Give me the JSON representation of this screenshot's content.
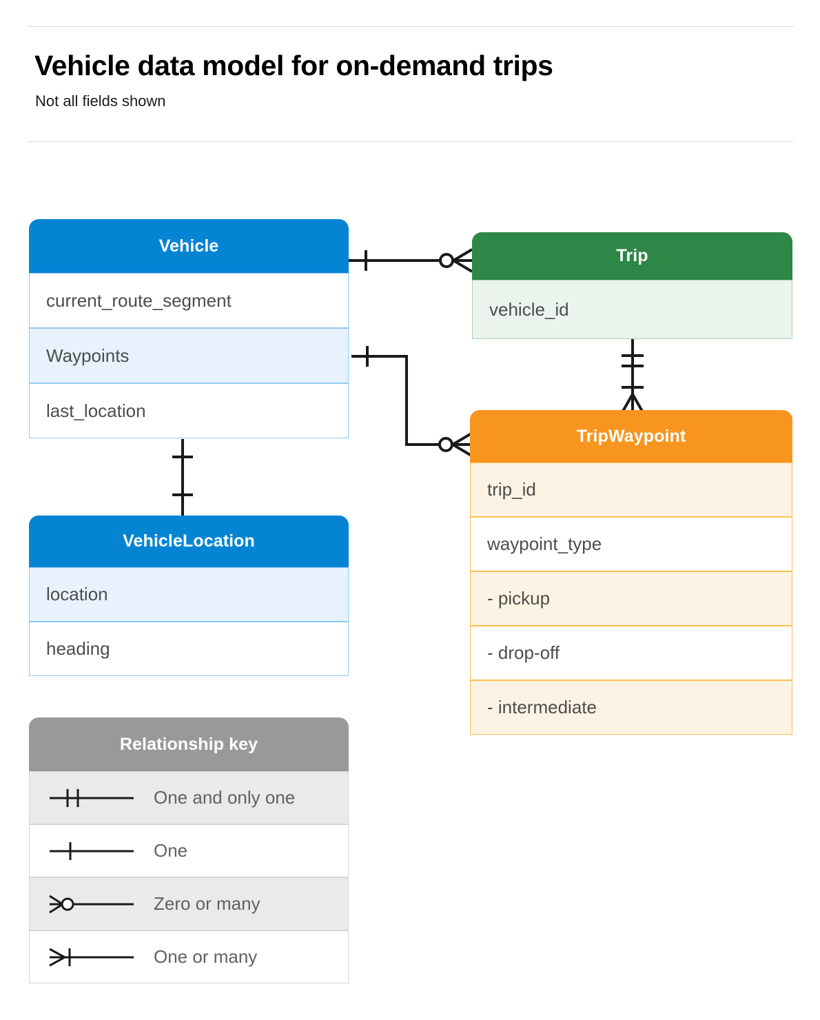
{
  "header": {
    "title": "Vehicle data model for on-demand trips",
    "subtitle": "Not all fields shown"
  },
  "colors": {
    "blue": "#0584d4",
    "blue_row": "#e8f2fd",
    "blue_border": "#8fc9f2",
    "green": "#2d8746",
    "green_row": "#eaf3ec",
    "green_border": "#a8d3b3",
    "orange": "#f8951e",
    "orange_row": "#fdf3e4",
    "orange_border": "#fabf52",
    "gray": "#999999",
    "gray_row": "#eaeaea",
    "text": "#4d4d4d",
    "rule": "#dadce0"
  },
  "entities": {
    "vehicle": {
      "name": "Vehicle",
      "fields": [
        {
          "label": "current_route_segment"
        },
        {
          "label": "Waypoints"
        },
        {
          "label": "last_location"
        }
      ]
    },
    "vehicle_location": {
      "name": "VehicleLocation",
      "fields": [
        {
          "label": "location"
        },
        {
          "label": "heading"
        }
      ]
    },
    "trip": {
      "name": "Trip",
      "fields": [
        {
          "label": "vehicle_id"
        }
      ]
    },
    "trip_waypoint": {
      "name": "TripWaypoint",
      "fields": [
        {
          "label": "trip_id"
        },
        {
          "label": "waypoint_type"
        },
        {
          "label": "-  pickup"
        },
        {
          "label": "-  drop-off"
        },
        {
          "label": "-  intermediate"
        }
      ]
    }
  },
  "legend": {
    "title": "Relationship key",
    "items": [
      {
        "symbol": "one-and-only-one-icon",
        "label": "One and only one"
      },
      {
        "symbol": "one-icon",
        "label": "One"
      },
      {
        "symbol": "zero-or-many-icon",
        "label": "Zero or many"
      },
      {
        "symbol": "one-or-many-icon",
        "label": "One or many"
      }
    ]
  },
  "relationships": [
    {
      "from": "Vehicle",
      "to": "Trip",
      "from_cardinality": "one",
      "to_cardinality": "zero or many"
    },
    {
      "from": "Vehicle.Waypoints",
      "to": "TripWaypoint",
      "from_cardinality": "one",
      "to_cardinality": "zero or many"
    },
    {
      "from": "Vehicle",
      "to": "VehicleLocation",
      "from_cardinality": "one",
      "to_cardinality": "one"
    },
    {
      "from": "Trip",
      "to": "TripWaypoint",
      "from_cardinality": "one and only one",
      "to_cardinality": "one or many"
    }
  ]
}
